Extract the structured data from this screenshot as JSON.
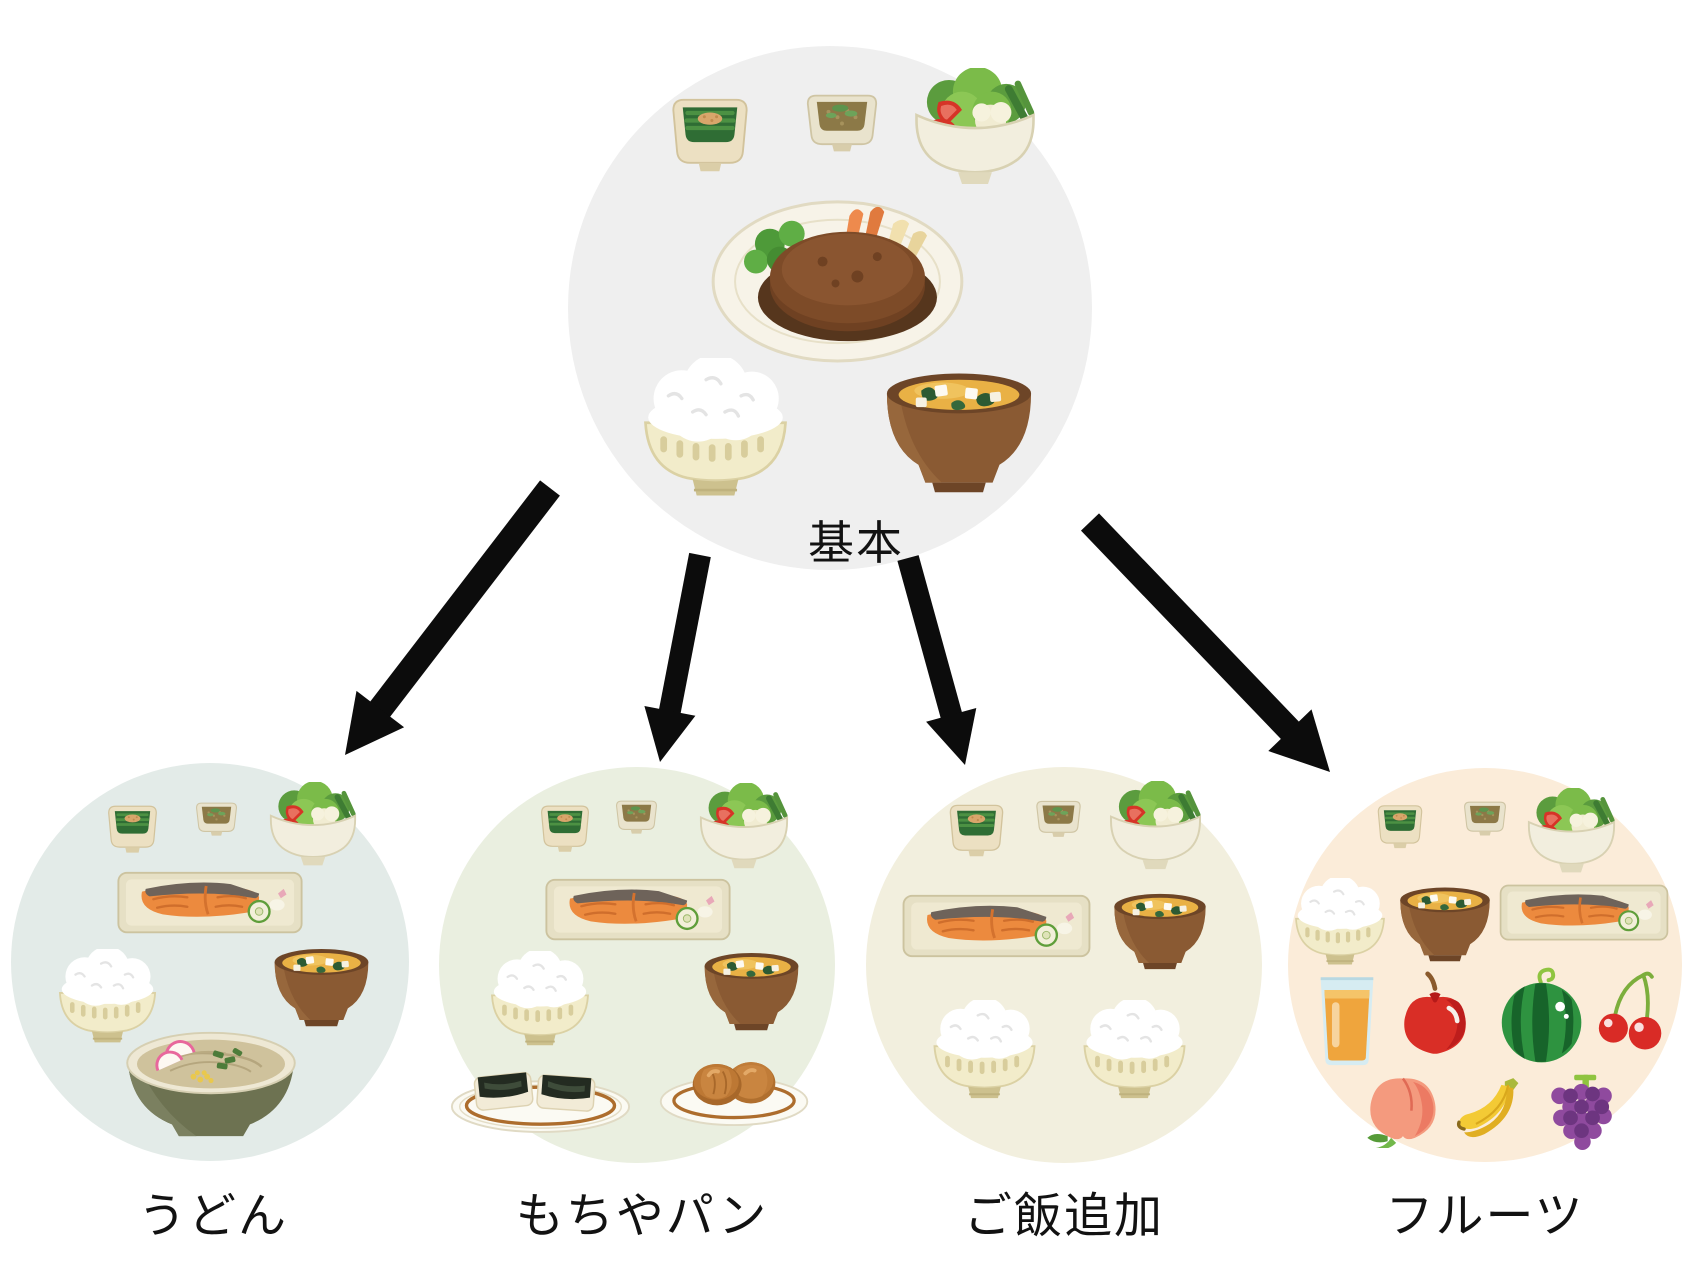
{
  "groups": [
    {
      "id": "base",
      "label": "基本",
      "items": [
        "greens-side-dish",
        "natto-side-dish",
        "salad-bowl",
        "hamburger-steak-plate",
        "rice-bowl",
        "miso-soup-bowl"
      ]
    },
    {
      "id": "udon",
      "label": "うどん",
      "items": [
        "greens-side-dish",
        "natto-side-dish",
        "salad-bowl",
        "grilled-salmon-tray",
        "rice-bowl",
        "miso-soup-bowl",
        "udon-noodle-bowl"
      ]
    },
    {
      "id": "mochi-or-bread",
      "label": "もちやパン",
      "items": [
        "greens-side-dish",
        "natto-side-dish",
        "salad-bowl",
        "grilled-salmon-tray",
        "rice-bowl",
        "miso-soup-bowl",
        "nori-mochi-plate",
        "bread-plate"
      ]
    },
    {
      "id": "extra-rice",
      "label": "ご飯追加",
      "items": [
        "greens-side-dish",
        "natto-side-dish",
        "salad-bowl",
        "grilled-salmon-tray",
        "miso-soup-bowl",
        "rice-bowl",
        "rice-bowl"
      ]
    },
    {
      "id": "fruits",
      "label": "フルーツ",
      "items": [
        "greens-side-dish",
        "natto-side-dish",
        "salad-bowl",
        "rice-bowl",
        "miso-soup-bowl",
        "grilled-salmon-tray",
        "orange-juice-glass",
        "apple",
        "watermelon",
        "cherries",
        "peach",
        "bananas",
        "grapes"
      ]
    }
  ],
  "colors": {
    "base_circle": "#efefef",
    "udon_circle": "#e3ebe8",
    "mochi_circle": "#eaefe0",
    "extra_rice_circle": "#f2efde",
    "fruits_circle": "#fbecd9",
    "arrow": "#0c0c0c"
  }
}
